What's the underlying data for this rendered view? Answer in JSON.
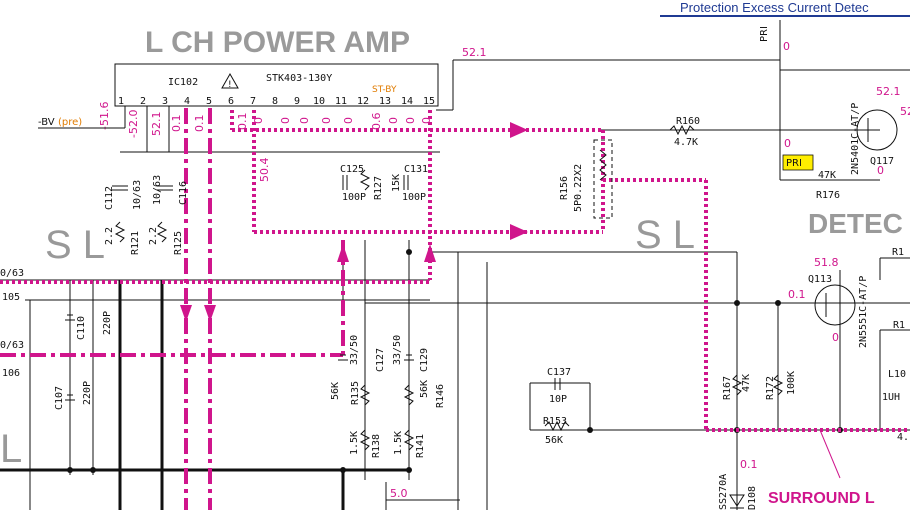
{
  "header": {
    "protection_title": "Protection Excess Current Detec"
  },
  "titles": {
    "main": "L CH POWER AMP",
    "detect": "DETEC",
    "sl_left": "S L",
    "sl_mid": "S L",
    "surround": "SURROUND L"
  },
  "ic": {
    "ref": "IC102",
    "part": "STK403-130Y",
    "stby": "ST-BY",
    "pins": [
      "1",
      "2",
      "3",
      "4",
      "5",
      "6",
      "7",
      "8",
      "9",
      "10",
      "11",
      "12",
      "13",
      "14",
      "15"
    ],
    "pin_voltages": [
      "-51.6",
      "-52.0",
      "52.1",
      "0.1",
      "0.1",
      "0.1",
      "0",
      "0",
      "0",
      "0",
      "0",
      "0.6",
      "0",
      "0",
      "0"
    ]
  },
  "labels": {
    "minus_bv": "-BV",
    "pre": "(pre)",
    "pri": "PRI",
    "pri_box": "PRI",
    "v_52_1_top": "52.1",
    "v_50_4": "50.4",
    "v_52_1_q117": "52.1",
    "v_52_partial": "52",
    "v_0_pri": "0",
    "v_0_a": "0",
    "v_0_q117": "0",
    "v_51_8": "51.8",
    "v_0_1_q113": "0.1",
    "v_0_q113": "0",
    "v_0_1_d108": "0.1",
    "v_5_0": "5.0"
  },
  "components": {
    "c112": [
      "C112",
      "10/63"
    ],
    "c116": [
      "C116",
      "10/63"
    ],
    "r121": [
      "R121",
      "2.2"
    ],
    "r125": [
      "R125",
      "2.2"
    ],
    "c125": [
      "C125",
      "100P"
    ],
    "r127": [
      "R127",
      "15K"
    ],
    "c131": [
      "C131",
      "100P"
    ],
    "r156": [
      "R156",
      "5P0.22X2"
    ],
    "r160": [
      "R160",
      "4.7K"
    ],
    "q117": [
      "Q117",
      "2N5401C-AT/P"
    ],
    "r176": [
      "R176",
      "47K"
    ],
    "q113": [
      "Q113",
      "2N5551C-AT/P"
    ],
    "r1_partial": "R1",
    "c105": [
      "0/63",
      "105"
    ],
    "c106": [
      "0/63",
      "106"
    ],
    "c110": [
      "C110",
      "220P"
    ],
    "c107": [
      "C107",
      "220P"
    ],
    "c127": [
      "C127",
      "33/50"
    ],
    "c129": [
      "C129",
      "33/50"
    ],
    "r135": [
      "R135",
      "56K"
    ],
    "r146": [
      "R146",
      "56K"
    ],
    "r138": [
      "R138",
      "1.5K"
    ],
    "r141": [
      "R141",
      "1.5K"
    ],
    "c137": [
      "C137",
      "10P"
    ],
    "r153": [
      "R153",
      "56K"
    ],
    "r167": [
      "R167",
      "47K"
    ],
    "r172": [
      "R172",
      "100K"
    ],
    "l10": [
      "L10",
      "1UH"
    ],
    "r1b": "R1",
    "r_4": "4.",
    "d108": [
      "D108",
      "SS270A"
    ]
  },
  "colors": {
    "signal": "#d0158c",
    "title_gray": "#9a9a9a",
    "header_blue": "#1f3a93",
    "pri_box": "#ffee00"
  }
}
